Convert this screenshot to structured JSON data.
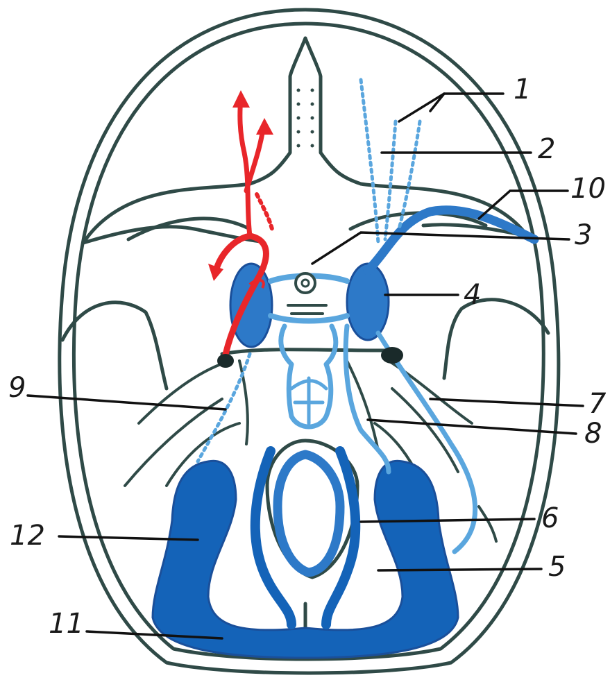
{
  "colors": {
    "outline": "#2f4a47",
    "dark_blue": "#1463b8",
    "mid_blue": "#2d79c8",
    "light_blue": "#5aa6de",
    "artery_red": "#e8262a",
    "label_ink": "#1a1a1a"
  },
  "labels": [
    {
      "id": "1",
      "text": "1"
    },
    {
      "id": "2",
      "text": "2"
    },
    {
      "id": "3",
      "text": "3"
    },
    {
      "id": "4",
      "text": "4"
    },
    {
      "id": "5",
      "text": "5"
    },
    {
      "id": "6",
      "text": "6"
    },
    {
      "id": "7",
      "text": "7"
    },
    {
      "id": "8",
      "text": "8"
    },
    {
      "id": "9",
      "text": "9"
    },
    {
      "id": "10",
      "text": "10"
    },
    {
      "id": "11",
      "text": "11"
    },
    {
      "id": "12",
      "text": "12"
    }
  ]
}
